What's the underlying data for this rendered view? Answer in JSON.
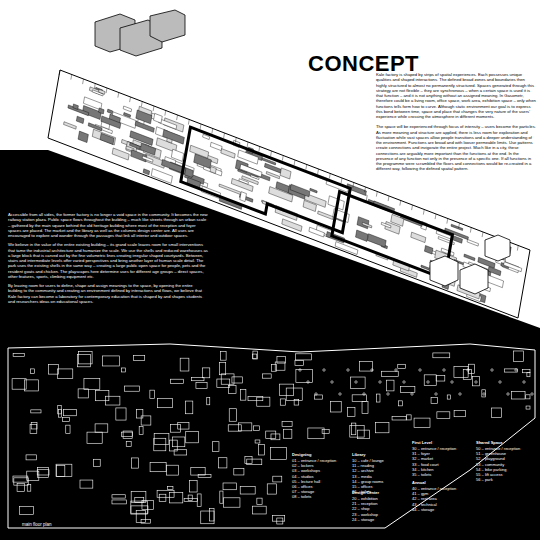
{
  "diagram": {
    "title": "CONCEPT",
    "labels": [
      "Accessible from all sides, the former factory is no longer a void space in the community. It becomes the new railway station plaza. Public space flows throughout the building – much like streets through an urban scale – gathered by the main square behind the old heritage building where most of the reception and foyer spaces are placed. The market and the library as well as the columns design center are. All uses are encouraged to explore and wander through the passages that link all interior and outdoor spaces.",
      "We believe in the value of the entire existing building – its grand scale leaves room for small interventions that tame the industrial architecture and humanize the scale. We use the shells and reduced warehouses as a large block that is carved out by the fine volumetric lines creating irregular shaped courtyards. Between, stairs and intermediate levels offer varied perspectives and bring another layer of human scale detail. The park uses the existing shells in the same way – creating a large public open space for people, pets and the resident goats and chicken. The playscapes here determine uses for different age groups – direct spaces, other features, sports, climbing equipment etc.",
      "By leaving room for users to define, shape and assign meanings to the space, by opening the entire building to the community and creating an environment defined by interactions and flows, we believe that Kale factory can become a laboratory for contemporary education that is shaped by and shapes students and researchers ideas on educational spaces.",
      "Kale factory is shaped by strips of spatial experiences. Each possesses unique qualities and shaped interactions. The defined broad zones and boundaries then highly structured to almost no permanently structured. Spaces generated through this strategy are not flexible – they are synchronous – when a certain space is used it is that function – and it is not anything without an assigned meaning. In Gasometr, therefore could be a living room, office space, work area, exhibition space – only when functions tells form how to curve. Although static environment our goal is to express this bond between time, space and place that changes the very nature of the users' experience while crossing the atmosphere in different moments.",
      "The space will be experienced through focus of intensity – users become the particles. As more meaning and structure are applied, there is less room for exploration and fluctuation while vast spaces allow people transitions and a deeper understanding of the environment. Functions are broad and with looser permeable limits. Use patterns create connections and invigorate the entire project. Much like in a city, these connections are arguably more important than the functions at the end. In the presence of any function not only in the presence of a specific one. If all functions in the programme were scrambled the floors and connections would be re-created in a different way, following the defined spatial pattern.",
      "main floor plan",
      "Designing",
      "01 – entrance / reception",
      "02 – lockers",
      "03 – workshops",
      "04 – studios",
      "05 – lecture hall",
      "06 – offices",
      "07 – storage",
      "08 – toilets",
      "Library",
      "10 – cafe / lounge",
      "11 – reading",
      "12 – archive",
      "13 – media",
      "14 – group rooms",
      "15 – offices",
      "16 – toilets",
      "Design Center",
      "20 – exhibition",
      "21 – reception",
      "22 – shop",
      "23 – workshop",
      "24 – storage",
      "First Level",
      "30 – entrance / reception",
      "31 – foyer",
      "32 – market",
      "33 – food court",
      "34 – kitchen",
      "35 – toilets",
      "Annual",
      "40 – entrance / reception",
      "41 – gym",
      "42 – rest area",
      "43 – technical",
      "44 – storage",
      "Shared Space",
      "50 – entrance / reception",
      "51 – greenhouse",
      "52 – playground",
      "53 – community",
      "54 – bike parking",
      "55 – lift access",
      "56 – park"
    ]
  }
}
